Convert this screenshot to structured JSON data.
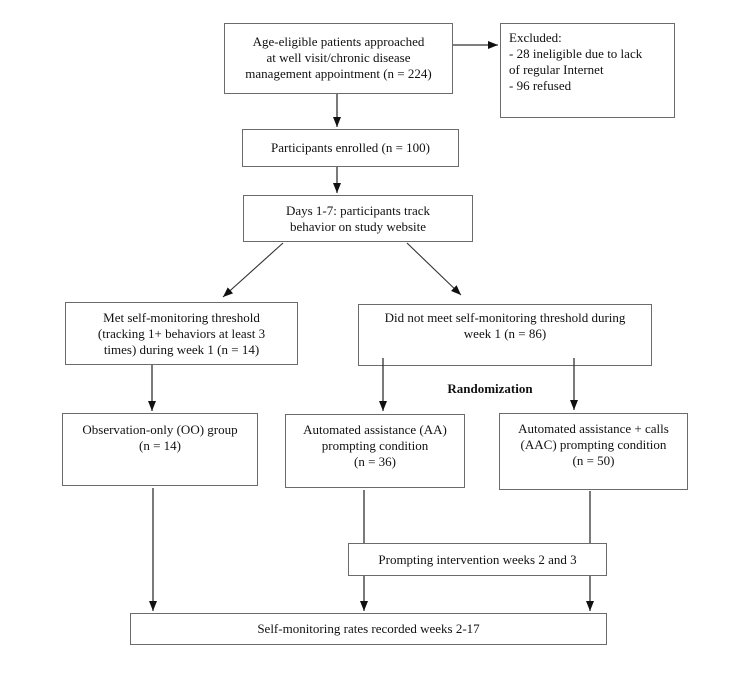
{
  "diagram": {
    "type": "flowchart",
    "boxes": {
      "age_eligible": {
        "lines": [
          "Age-eligible patients approached",
          "at well visit/chronic disease",
          "management appointment (n = 224)"
        ]
      },
      "excluded": {
        "lines": [
          "Excluded:",
          "- 28 ineligible due to lack",
          "of regular Internet",
          "- 96 refused"
        ]
      },
      "enrolled": {
        "lines": [
          "Participants enrolled (n = 100)"
        ]
      },
      "days_tracking": {
        "lines": [
          "Days 1-7: participants track",
          "behavior on study website"
        ]
      },
      "met_threshold": {
        "lines": [
          "Met self-monitoring threshold",
          "(tracking 1+ behaviors at least 3",
          "times) during week 1 (n = 14)"
        ]
      },
      "not_met_threshold": {
        "lines": [
          "Did not meet self-monitoring threshold during",
          "week 1 (n = 86)"
        ]
      },
      "observation_only": {
        "lines": [
          "Observation-only (OO) group",
          "(n = 14)"
        ]
      },
      "automated_assistance": {
        "lines": [
          "Automated assistance (AA)",
          "prompting condition",
          "(n = 36)"
        ]
      },
      "automated_assistance_calls": {
        "lines": [
          "Automated assistance + calls",
          "(AAC) prompting condition",
          "(n = 50)"
        ]
      },
      "prompting_intervention": {
        "lines": [
          "Prompting intervention weeks 2 and 3"
        ]
      },
      "rates_recorded": {
        "lines": [
          "Self-monitoring rates recorded weeks 2-17"
        ]
      }
    },
    "labels": {
      "randomization": "Randomization"
    },
    "colors": {
      "background": "#ffffff",
      "box_border": "#6b6b6b",
      "connector": "#333333",
      "arrowhead": "#111111",
      "text": "#111111"
    }
  }
}
